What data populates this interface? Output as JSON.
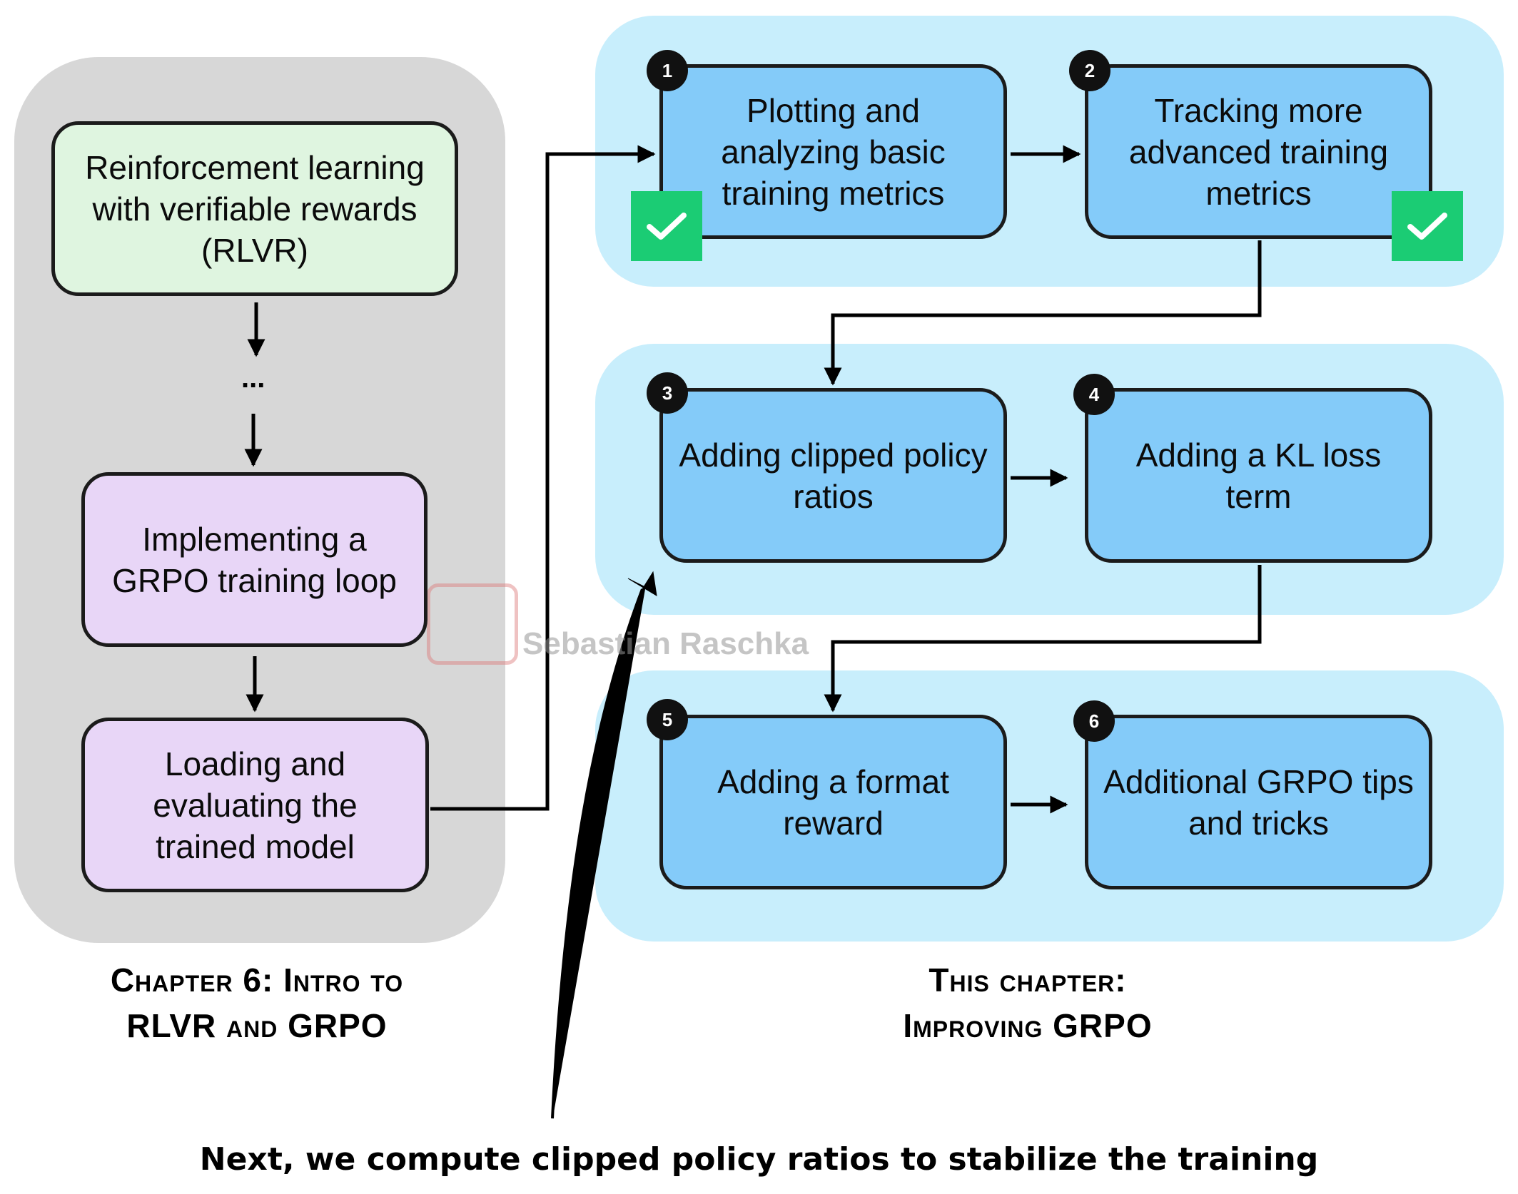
{
  "left_group": {
    "boxes": [
      {
        "label": "Reinforcement learning with verifiable rewards (RLVR)"
      },
      {
        "label": "Implementing a GRPO training loop"
      },
      {
        "label": "Loading and evaluating the trained model"
      }
    ],
    "ellipsis": "...",
    "title_line1": "Chapter 6: Intro to",
    "title_line2": "RLVR and GRPO"
  },
  "right_group": {
    "steps": [
      {
        "number": "1",
        "label": "Plotting and analyzing basic training metrics",
        "completed": true
      },
      {
        "number": "2",
        "label": "Tracking more advanced training metrics",
        "completed": true
      },
      {
        "number": "3",
        "label": "Adding clipped policy ratios",
        "completed": false
      },
      {
        "number": "4",
        "label": "Adding a KL loss term",
        "completed": false
      },
      {
        "number": "5",
        "label": "Adding a format reward",
        "completed": false
      },
      {
        "number": "6",
        "label": "Additional GRPO tips and tricks",
        "completed": false
      }
    ],
    "title_line1": "This chapter:",
    "title_line2": "Improving GRPO"
  },
  "watermark": "Sebastian Raschka",
  "caption": "Next, we compute clipped policy ratios to stabilize the training",
  "colors": {
    "left_panel": "#d7d7d7",
    "right_panel": "#c8eefc",
    "rlvr_box": "#dff5e0",
    "grpo_box": "#e8d6f7",
    "step_box": "#84cbf9",
    "check_mark": "#1bcc74"
  }
}
